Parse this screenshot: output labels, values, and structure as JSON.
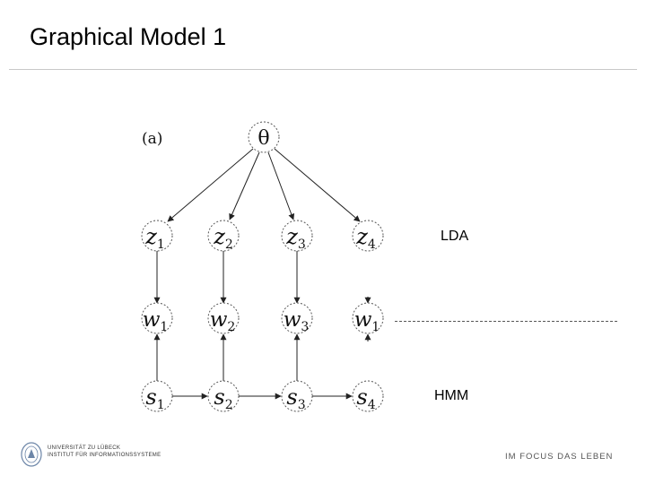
{
  "slide": {
    "title": "Graphical Model 1"
  },
  "diagram": {
    "panel_label": "(a)",
    "theta": "θ",
    "z_nodes": [
      {
        "var": "z",
        "sub": "1"
      },
      {
        "var": "z",
        "sub": "2"
      },
      {
        "var": "z",
        "sub": "3"
      },
      {
        "var": "z",
        "sub": "4"
      }
    ],
    "w_nodes": [
      {
        "var": "w",
        "sub": "1"
      },
      {
        "var": "w",
        "sub": "2"
      },
      {
        "var": "w",
        "sub": "3"
      },
      {
        "var": "w",
        "sub": "1"
      }
    ],
    "s_nodes": [
      {
        "var": "s",
        "sub": "1"
      },
      {
        "var": "s",
        "sub": "2"
      },
      {
        "var": "s",
        "sub": "3"
      },
      {
        "var": "s",
        "sub": "4"
      }
    ],
    "label_lda": "LDA",
    "label_hmm": "HMM"
  },
  "footer": {
    "university_line1": "UNIVERSITÄT ZU LÜBECK",
    "university_line2": "INSTITUT FÜR INFORMATIONSSYSTEME",
    "tagline": "IM FOCUS DAS LEBEN"
  }
}
